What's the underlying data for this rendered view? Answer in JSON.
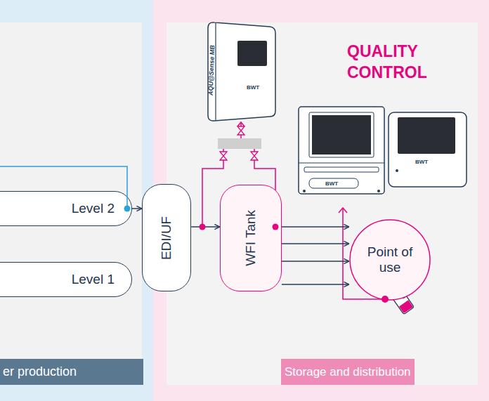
{
  "diagram": {
    "nodes": [
      {
        "text": [
          "Level 2"
        ]
      },
      {
        "text": [
          "Level 1"
        ]
      },
      {
        "text": [
          "EDI/UF"
        ]
      },
      {
        "text": [
          "WFI Tank"
        ]
      },
      {
        "text": [
          "Point of use"
        ]
      },
      {
        "text": [
          "er production"
        ]
      },
      {
        "text": [
          "Storage and distribution"
        ]
      }
    ],
    "edges": [
      {
        "from": 0,
        "to": 2,
        "arrow": "to"
      },
      {
        "from": 2,
        "to": 3,
        "arrow": "to"
      },
      {
        "from": 3,
        "to": 4,
        "arrow": "to"
      },
      {
        "from": 3,
        "to": 4,
        "arrow": "to"
      },
      {
        "from": 3,
        "to": 4,
        "arrow": "to"
      },
      {
        "from": 3,
        "to": 4,
        "arrow": "to"
      }
    ],
    "labels": [
      "QUALITY CONTROL",
      "AQU@Sense MB",
      "BWT",
      "BWT",
      "BWT"
    ]
  }
}
